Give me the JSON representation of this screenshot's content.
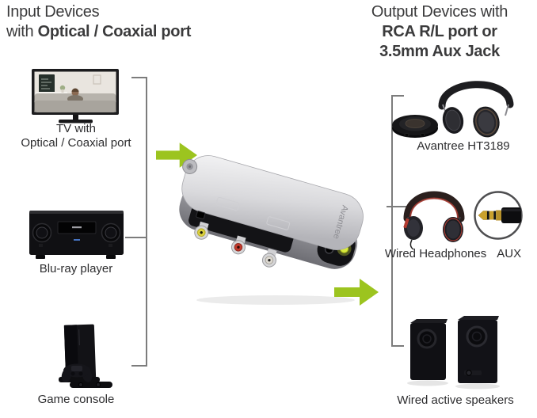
{
  "input_section": {
    "heading_line1": "Input Devices",
    "heading_line2_regular": "with ",
    "heading_line2_bold": "Optical / Coaxial port",
    "devices": [
      {
        "name": "tv",
        "icon": "tv-icon",
        "label_line1": "TV with",
        "label_line2": "Optical / Coaxial port"
      },
      {
        "name": "bluray-player",
        "icon": "bluray-player-icon",
        "label": "Blu-ray player"
      },
      {
        "name": "game-console",
        "icon": "game-console-icon",
        "label": "Game console"
      }
    ]
  },
  "output_section": {
    "heading_line1": "Output Devices with",
    "heading_line2": "RCA R/L port or",
    "heading_line3": "3.5mm Aux Jack",
    "devices": [
      {
        "name": "wireless-headphones",
        "icon": "headphones-with-transmitter-icon",
        "label": "Avantree HT3189"
      },
      {
        "name": "wired-headphones",
        "icon": "wired-headphones-icon",
        "label": "Wired Headphones",
        "label_suffix": "AUX"
      },
      {
        "name": "active-speakers",
        "icon": "active-speakers-icon",
        "label": "Wired active speakers"
      }
    ]
  },
  "converter": {
    "brand": "Avantree"
  },
  "colors": {
    "arrow_green": "#9CC41F",
    "optical_glow": "#D8E93C",
    "bracket_gray": "#7C7C7C",
    "heading_text": "#3B3B3C",
    "label_text": "#2D2D2F",
    "rca_yellow": "#DDD23E",
    "rca_red": "#C33A2C",
    "rca_white": "#DEDAD2"
  }
}
